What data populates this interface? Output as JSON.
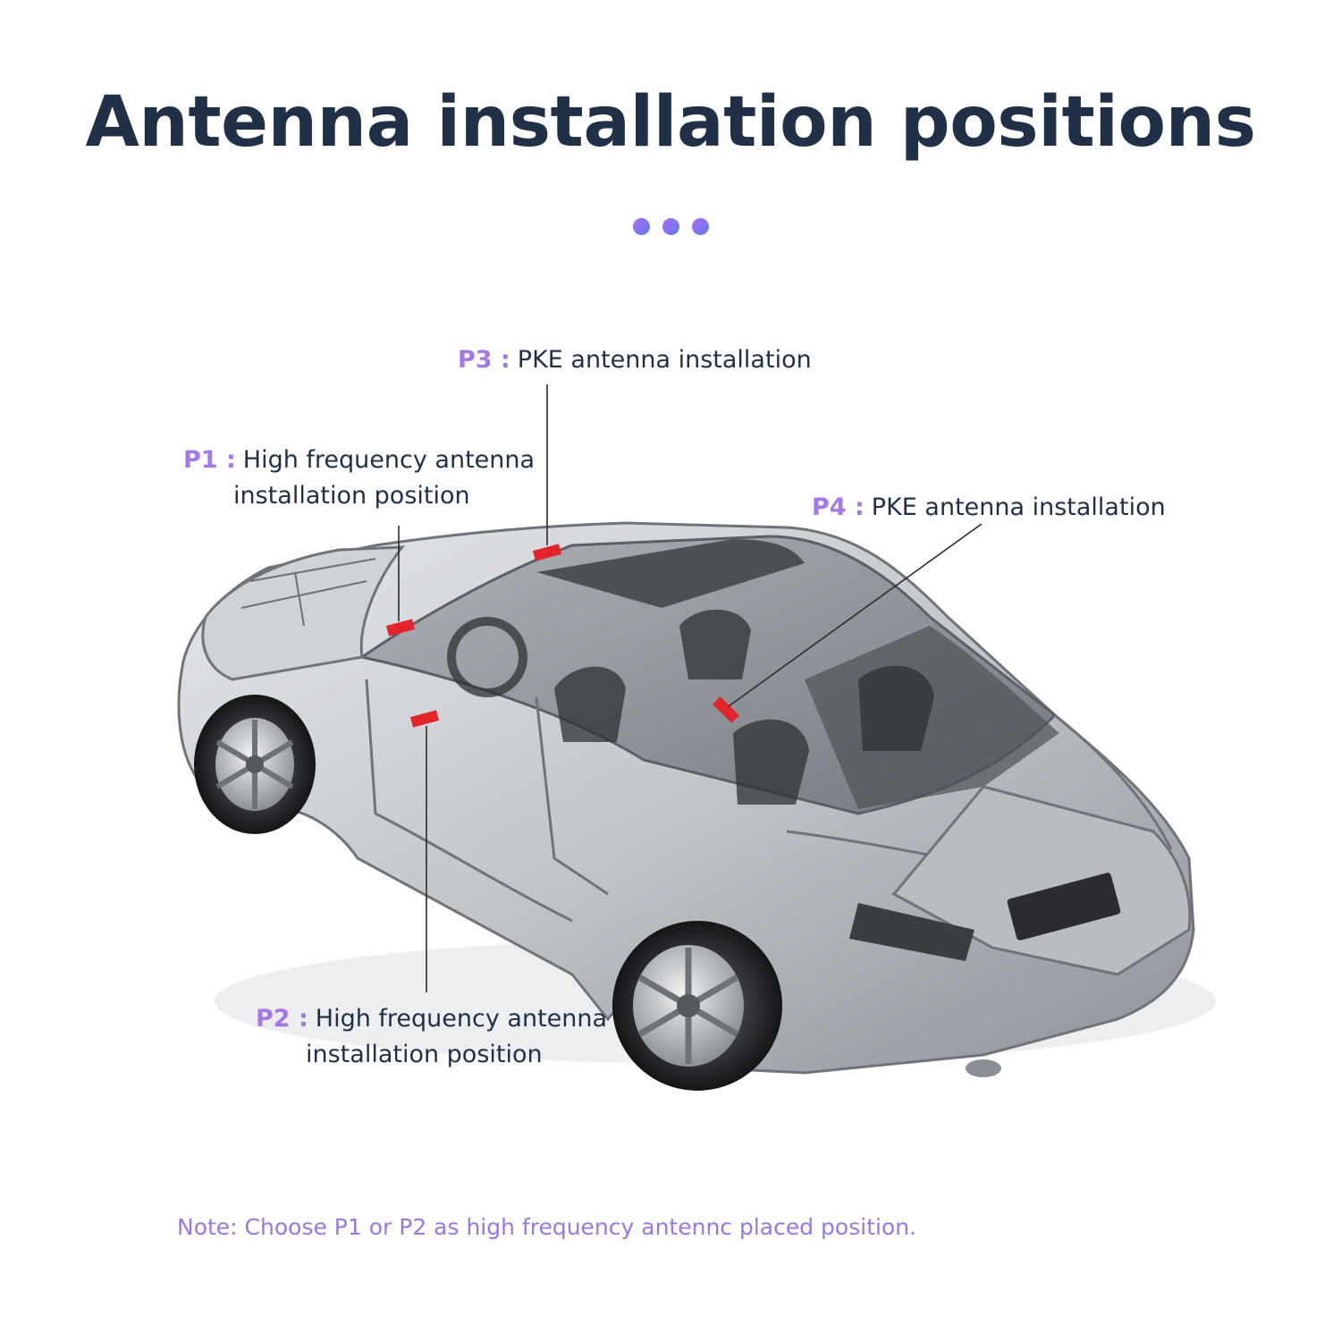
{
  "title": "Antenna installation positions",
  "decor": {
    "dot_colors": [
      "#b56af2",
      "#5a7cf0"
    ],
    "marker_color": "#e3242b"
  },
  "labels": {
    "p1": {
      "code": "P1 :",
      "line1": "High frequency antenna",
      "line2": "installation position"
    },
    "p2": {
      "code": "P2 :",
      "line1": "High frequency antenna",
      "line2": "installation position"
    },
    "p3": {
      "code": "P3 :",
      "text": "PKE antenna installation"
    },
    "p4": {
      "code": "P4 :",
      "text": "PKE antenna installation"
    }
  },
  "note": "Note: Choose P1 or P2 as high frequency antennc placed position."
}
